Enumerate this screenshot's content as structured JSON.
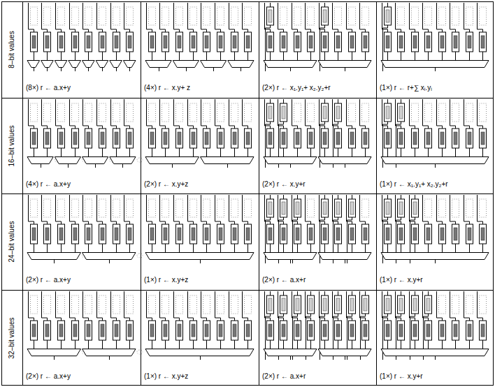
{
  "diagram": {
    "labels": [
      "8–bit values",
      "(8×) r ← a.x+y",
      "(4×) r ← x.y+ z",
      "(2×) r ← x₁.y₁+ x₂.y₂+r",
      "(1×) r ← r+∑ xᵢ.yᵢ",
      "16–bit values",
      "(4×) r ← a.x+y",
      "(2×) r ← x.y+z",
      "(2×) r ← x.y+r",
      "(1×) r ← x₁.y₁+ x₂.y₂+r",
      "24–bit values",
      "(2×) r ← a.x+y",
      "(1×) r ← x.y+z",
      "(2×) r ← a.x+r",
      "(1×) r ← x.y+r",
      "32–bit values",
      "(2×) r ← a.x+y",
      "(1×) r ← x.y+z",
      "(2×) r ← a.x+r",
      "(1×) r ← x.y+r"
    ]
  }
}
